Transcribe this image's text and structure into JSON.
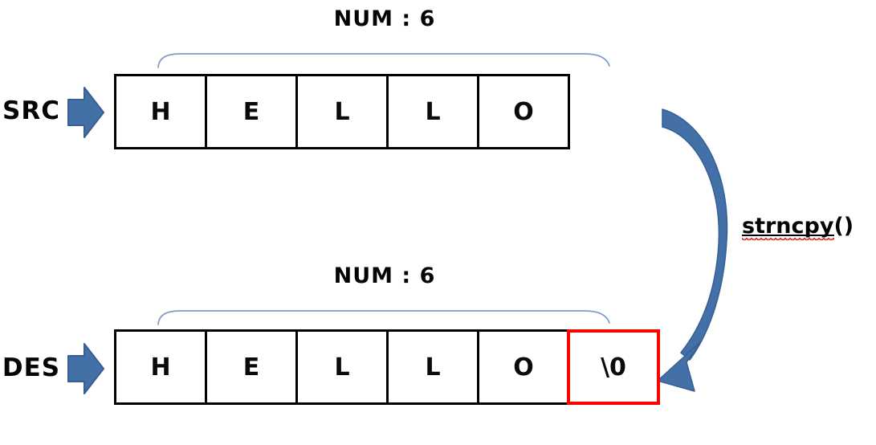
{
  "diagram": {
    "title_function": {
      "name": "strncpy",
      "parens": "()"
    },
    "src": {
      "label": "SRC",
      "num_label": "NUM : 6",
      "cells": [
        "H",
        "E",
        "L",
        "L",
        "O"
      ]
    },
    "des": {
      "label": "DES",
      "num_label": "NUM : 6",
      "cells": [
        "H",
        "E",
        "L",
        "L",
        "O",
        "\\0"
      ],
      "highlighted_cell_index": 5,
      "highlighted_cell_value": "\\0"
    },
    "colors": {
      "cell_border": "#000000",
      "highlight_border": "#fe0000",
      "block_arrow_fill": "#4470A8",
      "block_arrow_outline": "#365E96",
      "curved_arrow_fill": "#4470A8",
      "brace_line": "#7C9CC9",
      "squiggle": "#e03a2f",
      "background": "#ffffff"
    }
  }
}
